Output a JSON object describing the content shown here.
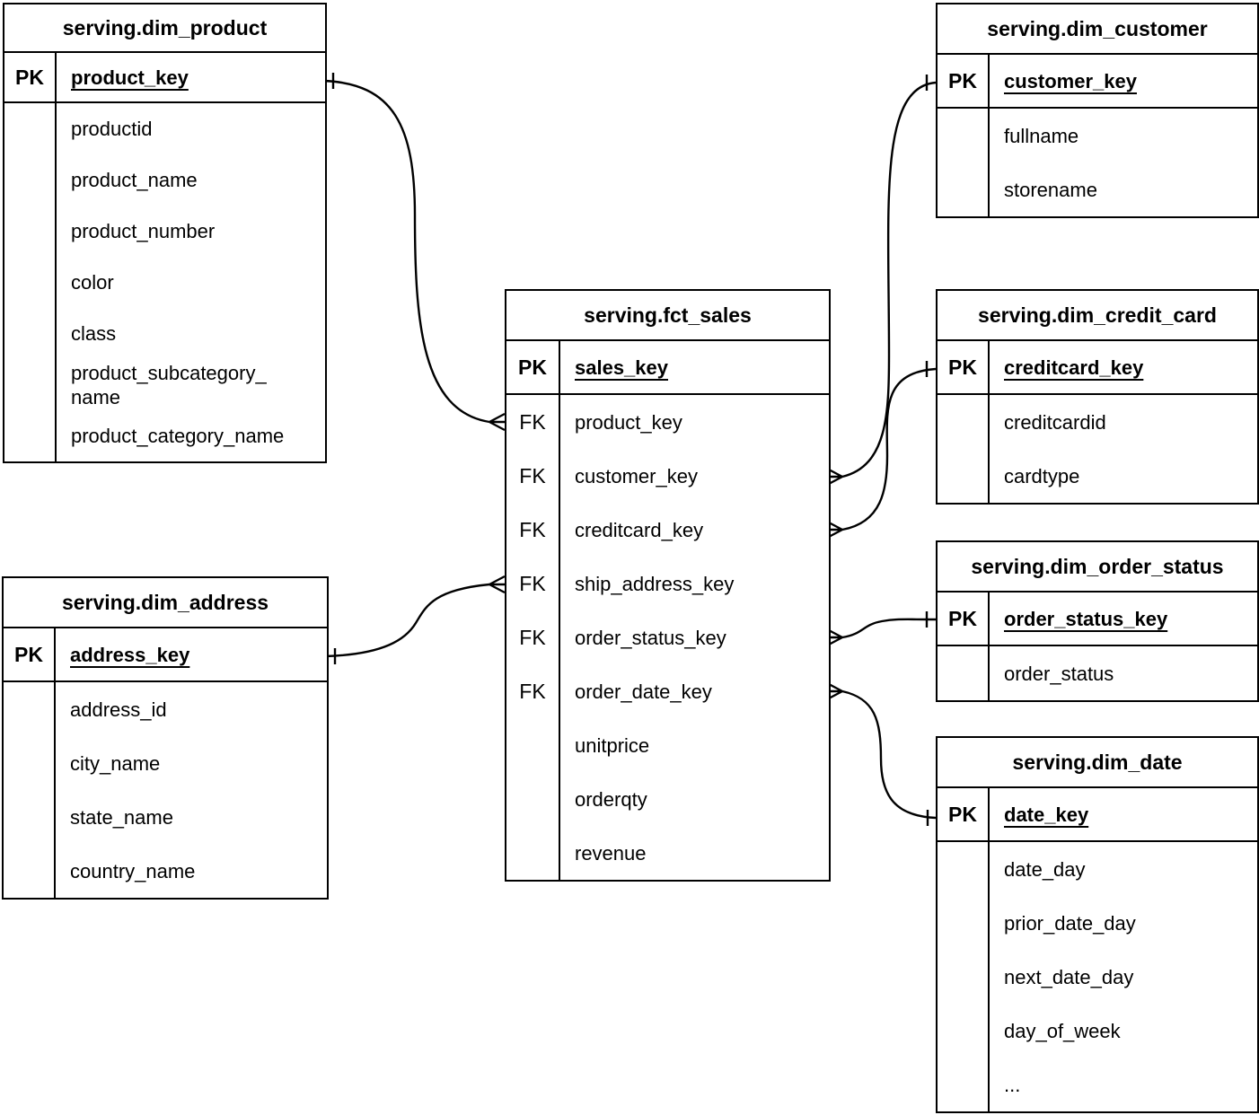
{
  "diagram": {
    "background_color": "#ffffff",
    "line_color": "#000000",
    "tables": [
      {
        "id": "dim_product",
        "title": "serving.dim_product",
        "pk": {
          "label": "PK",
          "field": "product_key"
        },
        "fields": [
          {
            "label": "",
            "name": "productid"
          },
          {
            "label": "",
            "name": "product_name"
          },
          {
            "label": "",
            "name": "product_number"
          },
          {
            "label": "",
            "name": "color"
          },
          {
            "label": "",
            "name": "class"
          },
          {
            "label": "",
            "name": "product_subcategory_name"
          },
          {
            "label": "",
            "name": "product_category_name"
          }
        ]
      },
      {
        "id": "dim_customer",
        "title": "serving.dim_customer",
        "pk": {
          "label": "PK",
          "field": "customer_key"
        },
        "fields": [
          {
            "label": "",
            "name": "fullname"
          },
          {
            "label": "",
            "name": "storename"
          }
        ]
      },
      {
        "id": "fct_sales",
        "title": "serving.fct_sales",
        "pk": {
          "label": "PK",
          "field": "sales_key"
        },
        "fields": [
          {
            "label": "FK",
            "name": "product_key"
          },
          {
            "label": "FK",
            "name": "customer_key"
          },
          {
            "label": "FK",
            "name": "creditcard_key"
          },
          {
            "label": "FK",
            "name": "ship_address_key"
          },
          {
            "label": "FK",
            "name": "order_status_key"
          },
          {
            "label": "FK",
            "name": "order_date_key"
          },
          {
            "label": "",
            "name": "unitprice"
          },
          {
            "label": "",
            "name": "orderqty"
          },
          {
            "label": "",
            "name": "revenue"
          }
        ]
      },
      {
        "id": "dim_credit_card",
        "title": "serving.dim_credit_card",
        "pk": {
          "label": "PK",
          "field": "creditcard_key"
        },
        "fields": [
          {
            "label": "",
            "name": "creditcardid"
          },
          {
            "label": "",
            "name": "cardtype"
          }
        ]
      },
      {
        "id": "dim_order_status",
        "title": "serving.dim_order_status",
        "pk": {
          "label": "PK",
          "field": "order_status_key"
        },
        "fields": [
          {
            "label": "",
            "name": "order_status"
          }
        ]
      },
      {
        "id": "dim_date",
        "title": "serving.dim_date",
        "pk": {
          "label": "PK",
          "field": "date_key"
        },
        "fields": [
          {
            "label": "",
            "name": "date_day"
          },
          {
            "label": "",
            "name": "prior_date_day"
          },
          {
            "label": "",
            "name": "next_date_day"
          },
          {
            "label": "",
            "name": "day_of_week"
          },
          {
            "label": "",
            "name": "..."
          }
        ]
      },
      {
        "id": "dim_address",
        "title": "serving.dim_address",
        "pk": {
          "label": "PK",
          "field": "address_key"
        },
        "fields": [
          {
            "label": "",
            "name": "address_id"
          },
          {
            "label": "",
            "name": "city_name"
          },
          {
            "label": "",
            "name": "state_name"
          },
          {
            "label": "",
            "name": "country_name"
          }
        ]
      }
    ],
    "relationships": [
      {
        "from": "serving.fct_sales.product_key",
        "to": "serving.dim_product.product_key",
        "from_cardinality": "many",
        "to_cardinality": "one"
      },
      {
        "from": "serving.fct_sales.customer_key",
        "to": "serving.dim_customer.customer_key",
        "from_cardinality": "many",
        "to_cardinality": "one"
      },
      {
        "from": "serving.fct_sales.creditcard_key",
        "to": "serving.dim_credit_card.creditcard_key",
        "from_cardinality": "many",
        "to_cardinality": "one"
      },
      {
        "from": "serving.fct_sales.ship_address_key",
        "to": "serving.dim_address.address_key",
        "from_cardinality": "many",
        "to_cardinality": "one"
      },
      {
        "from": "serving.fct_sales.order_status_key",
        "to": "serving.dim_order_status.order_status_key",
        "from_cardinality": "many",
        "to_cardinality": "one"
      },
      {
        "from": "serving.fct_sales.order_date_key",
        "to": "serving.dim_date.date_key",
        "from_cardinality": "many",
        "to_cardinality": "one"
      }
    ]
  }
}
